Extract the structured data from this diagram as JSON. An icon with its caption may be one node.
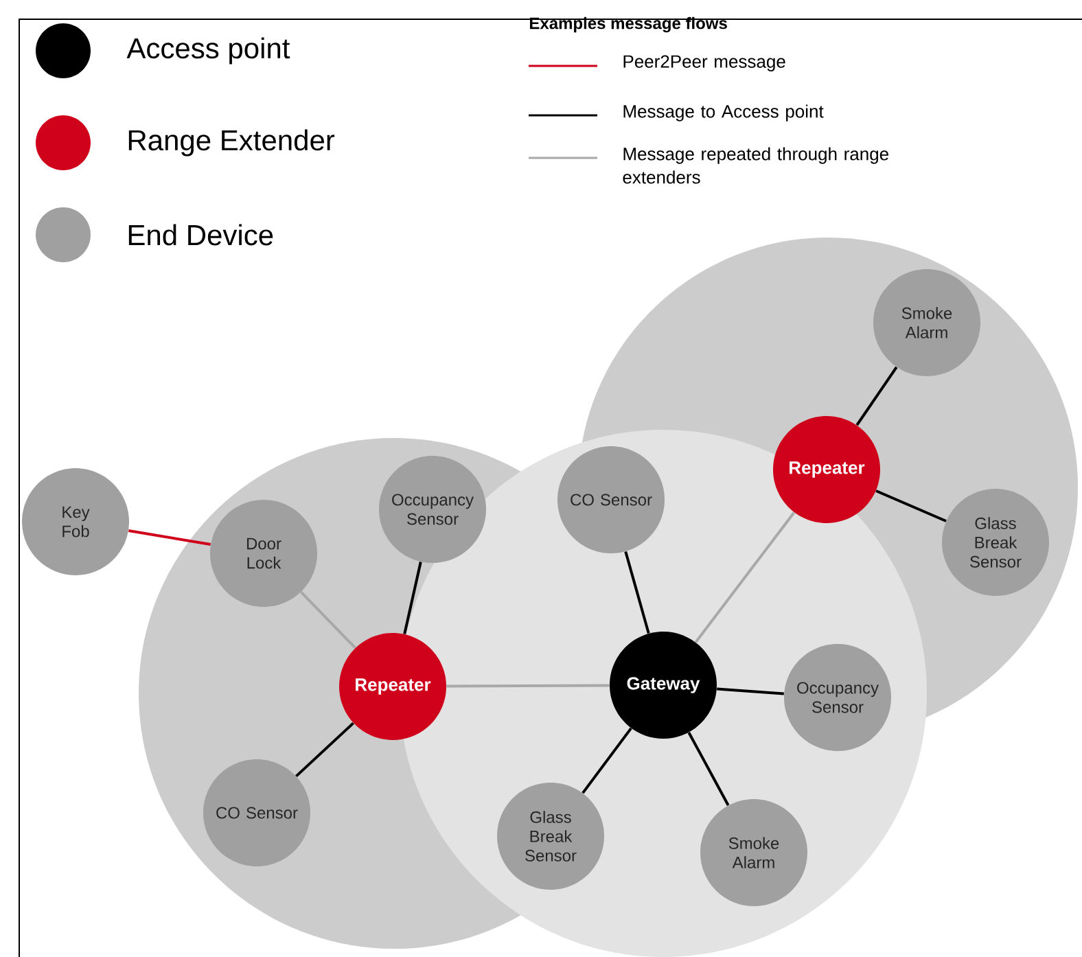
{
  "diagram": {
    "nodes": [
      {
        "text": [
          "Key Fob"
        ]
      },
      {
        "text": [
          "Door Lock"
        ]
      },
      {
        "text": [
          "Occupancy Sensor"
        ]
      },
      {
        "text": [
          "Repeater"
        ]
      },
      {
        "text": [
          "CO Sensor"
        ]
      },
      {
        "text": [
          "CO Sensor"
        ]
      },
      {
        "text": [
          "Gateway"
        ]
      },
      {
        "text": [
          "Repeater"
        ]
      },
      {
        "text": [
          "Smoke Alarm"
        ]
      },
      {
        "text": [
          "Glass Break Sensor"
        ]
      },
      {
        "text": [
          "Occupancy Sensor"
        ]
      },
      {
        "text": [
          "Glass Break Sensor"
        ]
      },
      {
        "text": [
          "Smoke Alarm"
        ]
      }
    ],
    "edges": [
      {
        "from": 0,
        "to": 1,
        "arrow": "none",
        "color": "#d0021b"
      },
      {
        "from": 1,
        "to": 3,
        "arrow": "none",
        "color": "#a8a8a8"
      },
      {
        "from": 2,
        "to": 3,
        "arrow": "none"
      },
      {
        "from": 3,
        "to": 4,
        "arrow": "none"
      },
      {
        "from": 3,
        "to": 6,
        "arrow": "none",
        "color": "#a8a8a8"
      },
      {
        "from": 5,
        "to": 6,
        "arrow": "none"
      },
      {
        "from": 6,
        "to": 7,
        "arrow": "none",
        "color": "#a8a8a8"
      },
      {
        "from": 7,
        "to": 8,
        "arrow": "none"
      },
      {
        "from": 7,
        "to": 9,
        "arrow": "none"
      },
      {
        "from": 6,
        "to": 10,
        "arrow": "none"
      },
      {
        "from": 6,
        "to": 11,
        "arrow": "none"
      },
      {
        "from": 6,
        "to": 12,
        "arrow": "none"
      }
    ],
    "labels": [
      "Examples message flows"
    ],
    "legend": [
      {
        "text": "Access point",
        "color": "#000000"
      },
      {
        "text": "Range Extender",
        "color": "#d0021b"
      },
      {
        "text": "End Device",
        "color": "#a0a0a0"
      },
      {
        "text": "Peer2Peer message"
      },
      {
        "text": "Message to Access point"
      },
      {
        "text": "Message repeated through range extenders"
      }
    ]
  }
}
